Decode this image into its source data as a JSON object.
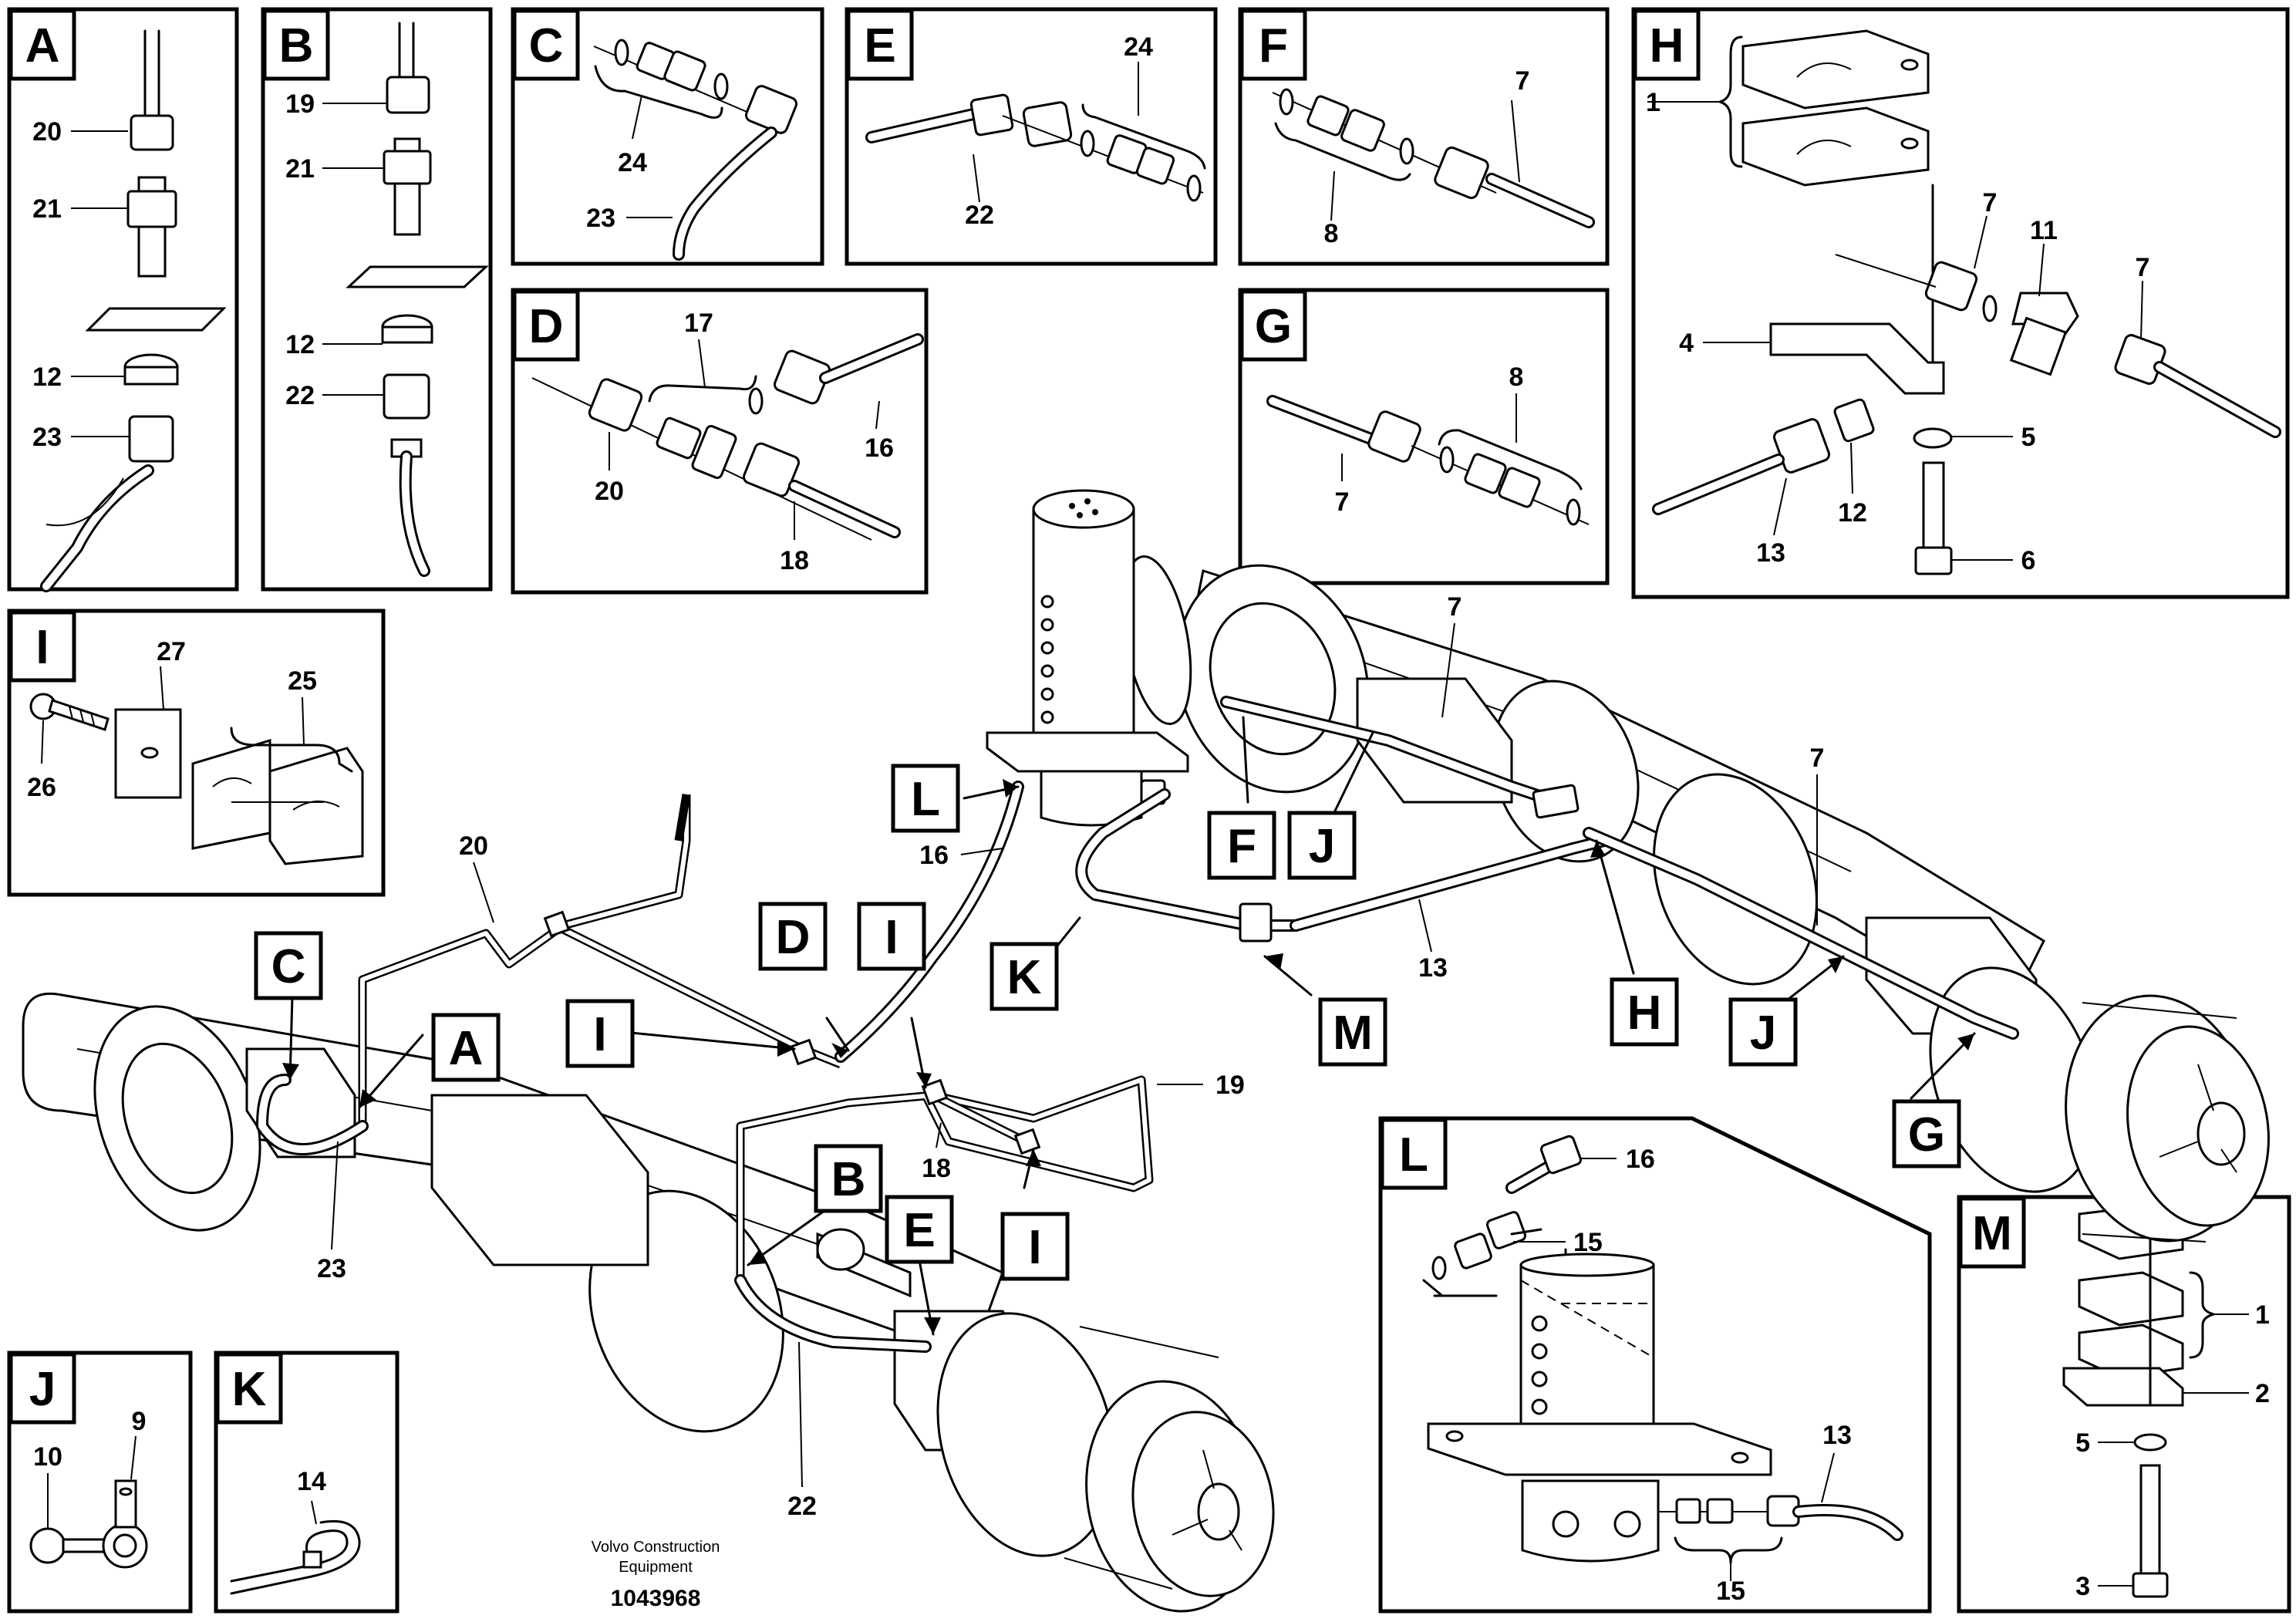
{
  "panels": {
    "A": {
      "letter": "A",
      "labels": [
        "20",
        "21",
        "12",
        "23"
      ]
    },
    "B": {
      "letter": "B",
      "labels": [
        "19",
        "21",
        "12",
        "22"
      ]
    },
    "C": {
      "letter": "C",
      "labels": [
        "24",
        "23"
      ]
    },
    "D": {
      "letter": "D",
      "labels": [
        "17",
        "16",
        "20",
        "18"
      ]
    },
    "E": {
      "letter": "E",
      "labels": [
        "24",
        "22"
      ]
    },
    "F": {
      "letter": "F",
      "labels": [
        "7",
        "8"
      ]
    },
    "G": {
      "letter": "G",
      "labels": [
        "8",
        "7"
      ]
    },
    "H": {
      "letter": "H",
      "labels": [
        "1",
        "7",
        "11",
        "7",
        "4",
        "5",
        "13",
        "12",
        "6"
      ]
    },
    "I": {
      "letter": "I",
      "labels": [
        "27",
        "25",
        "26"
      ]
    },
    "J": {
      "letter": "J",
      "labels": [
        "9",
        "10"
      ]
    },
    "K": {
      "letter": "K",
      "labels": [
        "14"
      ]
    },
    "L": {
      "letter": "L",
      "labels": [
        "16",
        "15",
        "13",
        "15"
      ]
    },
    "M": {
      "letter": "M",
      "labels": [
        "1",
        "2",
        "5",
        "3"
      ]
    }
  },
  "main": {
    "callouts": [
      "L",
      "F",
      "J",
      "D",
      "I",
      "K",
      "M",
      "H",
      "J",
      "G",
      "C",
      "A",
      "I",
      "B",
      "E",
      "I"
    ],
    "labels": [
      "7",
      "7",
      "16",
      "20",
      "13",
      "19",
      "18",
      "23",
      "22"
    ]
  },
  "footer": {
    "brand_line1": "Volvo Construction",
    "brand_line2": "Equipment",
    "doc_number": "1043968"
  }
}
